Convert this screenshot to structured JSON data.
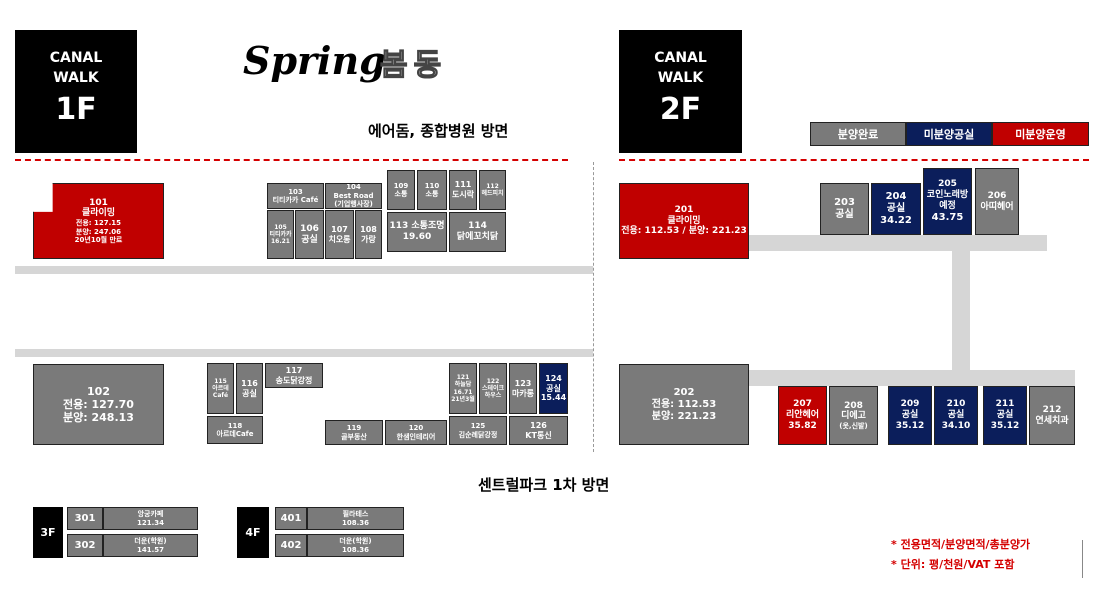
{
  "header_left": {
    "l1": "CANAL",
    "l2": "WALK",
    "l3": "1F"
  },
  "header_right": {
    "l1": "CANAL",
    "l2": "WALK",
    "l3": "2F"
  },
  "title": {
    "en": "Spring",
    "ko": "봄동"
  },
  "direction_top": "에어돔, 종합병원 방면",
  "direction_bottom": "센트럴파크 1차 방면",
  "legend": {
    "sold": "분양완료",
    "unsold_vacant": "미분양공실",
    "unsold_operating": "미분양운영"
  },
  "colors": {
    "sold": "#7a7a7a",
    "vacant": "#0b1e5b",
    "operating": "#c00000",
    "road": "#d6d6d6",
    "line": "#d40000"
  },
  "units_1f": {
    "u101": [
      "101",
      "클라이밍",
      "전용: 127.15",
      "분양: 247.06",
      "20년10월 만료"
    ],
    "u103": [
      "103",
      "티티카카 Café"
    ],
    "u104": [
      "104",
      "Best Road",
      "(기업행사장)"
    ],
    "u105": [
      "105",
      "티티카카",
      "16.21"
    ],
    "u106": [
      "106",
      "공실"
    ],
    "u107": [
      "107",
      "치오롱"
    ],
    "u108": [
      "108",
      "가랑"
    ],
    "u109": [
      "109",
      "소통"
    ],
    "u110": [
      "110",
      "소통"
    ],
    "u111": [
      "111",
      "도시락"
    ],
    "u112": [
      "112",
      "헤드피치"
    ],
    "u113": [
      "113 소통조명",
      "19.60"
    ],
    "u114": [
      "114",
      "닭에꼬치닭"
    ],
    "u102": [
      "102",
      "전용: 127.70",
      "분양: 248.13"
    ],
    "u115": [
      "115",
      "아르데",
      "Café"
    ],
    "u116": [
      "116",
      "공실"
    ],
    "u117": [
      "117",
      "송도닭강정"
    ],
    "u118": [
      "118",
      "아르데Cafe"
    ],
    "u119": [
      "119",
      "골부동산"
    ],
    "u120": [
      "120",
      "한샘인테리어"
    ],
    "u121": [
      "121",
      "하늘담",
      "16.71",
      "21년3월"
    ],
    "u122": [
      "122",
      "스테이크",
      "하우스"
    ],
    "u123": [
      "123",
      "마카롱"
    ],
    "u124": [
      "124",
      "공실",
      "15.44"
    ],
    "u125": [
      "125",
      "김순례닭강정"
    ],
    "u126": [
      "126",
      "KT통신"
    ]
  },
  "units_2f": {
    "u201": [
      "201",
      "클라이밍",
      "전용: 112.53 / 분양: 221.23"
    ],
    "u203": [
      "203",
      "공실"
    ],
    "u204": [
      "204",
      "공실",
      "34.22"
    ],
    "u205": [
      "205",
      "코인노래방",
      "예정",
      "43.75"
    ],
    "u206": [
      "206",
      "아띠헤어"
    ],
    "u202": [
      "202",
      "전용: 112.53",
      "분양: 221.23"
    ],
    "u207": [
      "207",
      "리안헤어",
      "35.82"
    ],
    "u208": [
      "208",
      "디에고",
      "(옷,신발)"
    ],
    "u209": [
      "209",
      "공실",
      "35.12"
    ],
    "u210": [
      "210",
      "공실",
      "34.10"
    ],
    "u211": [
      "211",
      "공실",
      "35.12"
    ],
    "u212": [
      "212",
      "연세치과"
    ]
  },
  "upper": {
    "f3": "3F",
    "f4": "4F",
    "u301": {
      "no": "301",
      "name": "앙궁카페",
      "area": "121.34"
    },
    "u302": {
      "no": "302",
      "name": "더운(학원)",
      "area": "141.57"
    },
    "u401": {
      "no": "401",
      "name": "필라테스",
      "area": "108.36"
    },
    "u402": {
      "no": "402",
      "name": "더운(학원)",
      "area": "108.36"
    }
  },
  "notes": [
    "* 전용면적/분양면적/총분양가",
    "* 단위: 평/천원/VAT 포함"
  ]
}
